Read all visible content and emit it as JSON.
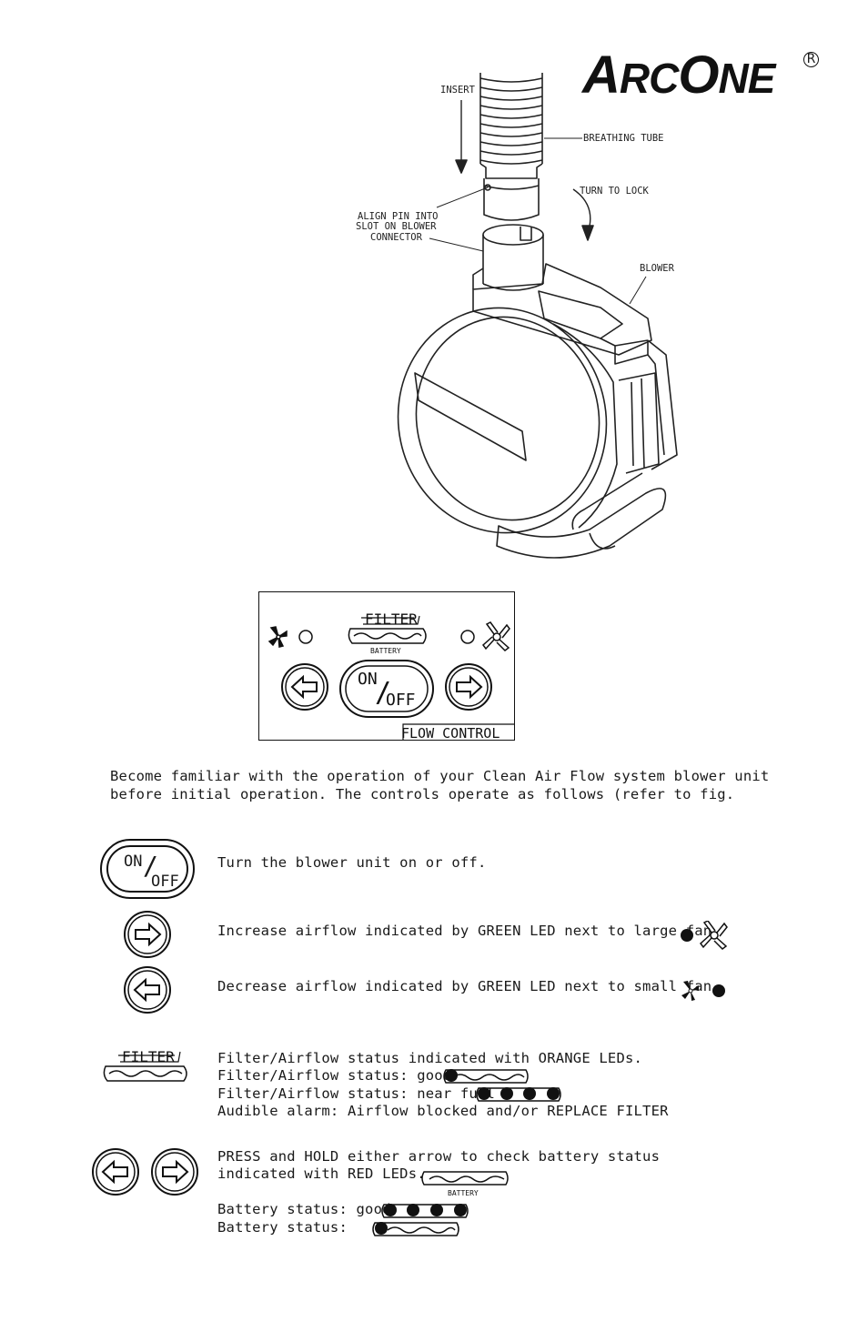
{
  "logo": {
    "first": "A",
    "rest1": "RC",
    "second": "O",
    "rest2": "NE",
    "reg": "R"
  },
  "diagram": {
    "callouts": {
      "insert": "INSERT",
      "breathing_tube": "BREATHING TUBE",
      "turn_to_lock": "TURN TO LOCK",
      "align_pin": [
        "ALIGN PIN INTO",
        "SLOT ON BLOWER",
        "CONNECTOR"
      ],
      "blower": "BLOWER"
    }
  },
  "panel": {
    "filter": "FILTER",
    "battery": "BATTERY",
    "on": "ON",
    "slash": "/",
    "off": "OFF",
    "flow_control": "FLOW CONTROL"
  },
  "intro": "Become familiar with the operation of your Clean Air Flow system blower unit before initial operation. The controls operate as follows (refer to fig.",
  "controls": {
    "onoff": {
      "on": "ON",
      "slash": "/",
      "off": "OFF",
      "text": "Turn the blower unit on or off."
    },
    "increase": {
      "text": "Increase airflow indicated by GREEN LED next to large fan"
    },
    "decrease": {
      "text": "Decrease airflow indicated by GREEN LED next to small fan"
    },
    "filter": {
      "icon_label": "FILTER",
      "lines": [
        "Filter/Airflow status indicated with ORANGE LEDs.",
        "Filter/Airflow status: good",
        "Filter/Airflow status: near full",
        "Audible alarm: Airflow blocked and/or REPLACE FILTER"
      ]
    },
    "battery": {
      "lines": [
        "PRESS and HOLD either arrow to check battery status",
        "indicated with RED LEDs."
      ],
      "icon_label": "BATTERY",
      "good": "Battery status: good",
      "low": "Battery status:"
    }
  },
  "icons": [
    "small-fan-icon",
    "large-fan-icon",
    "left-arrow-icon",
    "right-arrow-icon",
    "led-indicator-icon"
  ]
}
